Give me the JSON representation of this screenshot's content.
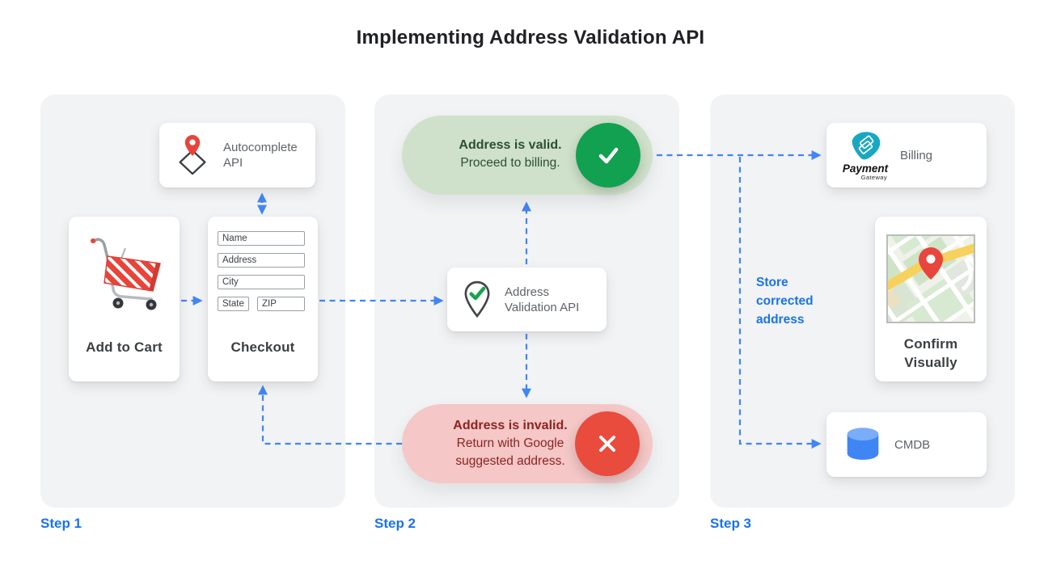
{
  "title": "Implementing Address Validation API",
  "steps": [
    {
      "label": "Step 1"
    },
    {
      "label": "Step 2"
    },
    {
      "label": "Step 3"
    }
  ],
  "step1": {
    "autocomplete_api": {
      "label": "Autocomplete API",
      "icon": "map-pin-diamond-icon"
    },
    "add_to_cart": {
      "title": "Add to Cart",
      "icon": "shopping-cart-icon"
    },
    "checkout": {
      "title": "Checkout",
      "fields": [
        "Name",
        "Address",
        "City",
        "State",
        "ZIP"
      ]
    }
  },
  "step2": {
    "valid_pill": {
      "title": "Address is valid.",
      "subtitle": "Proceed to billing.",
      "icon": "checkmark-icon"
    },
    "validation_api": {
      "label": "Address Validation API",
      "icon": "pin-check-icon"
    },
    "invalid_pill": {
      "title": "Address is invalid.",
      "subtitle": "Return with Google suggested address.",
      "icon": "x-icon"
    }
  },
  "step3": {
    "billing": {
      "label": "Billing",
      "logo_title": "Payment",
      "logo_subtitle": "Gateway",
      "icon": "payment-gateway-logo"
    },
    "confirm_visually": {
      "title": "Confirm Visually",
      "icon": "map-thumbnail"
    },
    "cmdb": {
      "label": "CMDB",
      "icon": "database-icon"
    },
    "store_note": "Store corrected address"
  },
  "colors": {
    "panel_bg": "#f1f3f4",
    "arrow_blue": "#4285f4",
    "step_label_blue": "#1a73e8",
    "valid_pill_bg": "#cfe1ca",
    "valid_text": "#2c4f30",
    "valid_circle": "#12a150",
    "invalid_pill_bg": "#f5c7c7",
    "invalid_text": "#8c2420",
    "invalid_circle": "#e94b3c",
    "card_title_gray": "#3c4043",
    "card_label_gray": "#5f6368",
    "brand_red": "#e8443a",
    "gateway_teal": "#18a7c3",
    "cmdb_blue": "#3e86f4",
    "road_yellow": "#f6d15c"
  }
}
